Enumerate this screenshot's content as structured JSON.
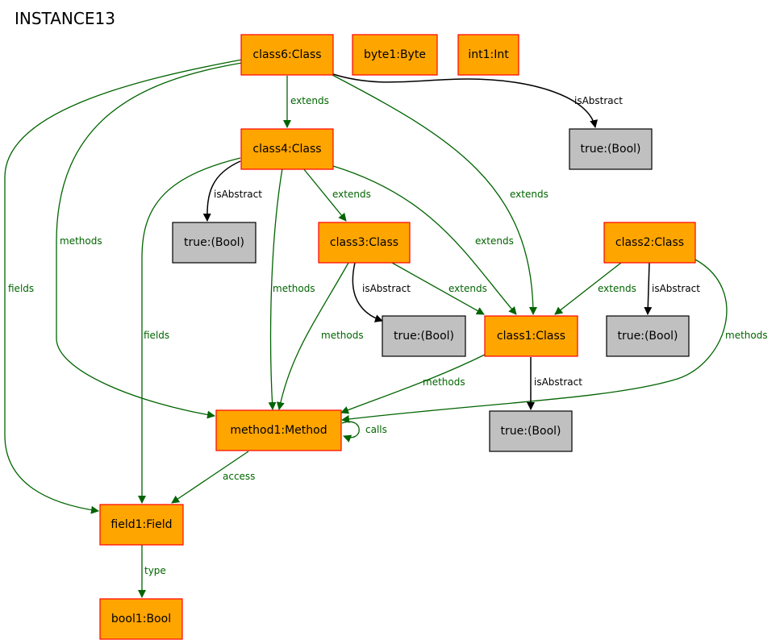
{
  "title": "INSTANCE13",
  "colors": {
    "object_fill": "#FFA500",
    "object_border": "#FF0000",
    "value_fill": "#C0C0C0",
    "value_border": "#000000",
    "relation_edge": "#006400",
    "attribute_edge": "#000000"
  },
  "nodes": [
    {
      "id": "class6",
      "label": "class6:Class",
      "kind": "object"
    },
    {
      "id": "byte1",
      "label": "byte1:Byte",
      "kind": "object"
    },
    {
      "id": "int1",
      "label": "int1:Int",
      "kind": "object"
    },
    {
      "id": "class4",
      "label": "class4:Class",
      "kind": "object"
    },
    {
      "id": "true_c6",
      "label": "true:(Bool)",
      "kind": "value"
    },
    {
      "id": "true_c4",
      "label": "true:(Bool)",
      "kind": "value"
    },
    {
      "id": "class3",
      "label": "class3:Class",
      "kind": "object"
    },
    {
      "id": "class2",
      "label": "class2:Class",
      "kind": "object"
    },
    {
      "id": "true_c3",
      "label": "true:(Bool)",
      "kind": "value"
    },
    {
      "id": "class1",
      "label": "class1:Class",
      "kind": "object"
    },
    {
      "id": "true_c2",
      "label": "true:(Bool)",
      "kind": "value"
    },
    {
      "id": "method1",
      "label": "method1:Method",
      "kind": "object"
    },
    {
      "id": "true_c1",
      "label": "true:(Bool)",
      "kind": "value"
    },
    {
      "id": "field1",
      "label": "field1:Field",
      "kind": "object"
    },
    {
      "id": "bool1",
      "label": "bool1:Bool",
      "kind": "object"
    }
  ],
  "edges": [
    {
      "id": "c6-c4-extends",
      "from": "class6",
      "to": "class4",
      "label": "extends",
      "kind": "relation"
    },
    {
      "id": "c6-true-isabstract",
      "from": "class6",
      "to": "true_c6",
      "label": "isAbstract",
      "kind": "attribute"
    },
    {
      "id": "c6-c1-extends",
      "from": "class6",
      "to": "class1",
      "label": "extends",
      "kind": "relation"
    },
    {
      "id": "c6-m1-methods",
      "from": "class6",
      "to": "method1",
      "label": "methods",
      "kind": "relation"
    },
    {
      "id": "c6-f1-fields",
      "from": "class6",
      "to": "field1",
      "label": "fields",
      "kind": "relation"
    },
    {
      "id": "c4-true-isabstract",
      "from": "class4",
      "to": "true_c4",
      "label": "isAbstract",
      "kind": "attribute"
    },
    {
      "id": "c4-c3-extends",
      "from": "class4",
      "to": "class3",
      "label": "extends",
      "kind": "relation"
    },
    {
      "id": "c4-c1-extends",
      "from": "class4",
      "to": "class1",
      "label": "extends",
      "kind": "relation"
    },
    {
      "id": "c4-m1-methods",
      "from": "class4",
      "to": "method1",
      "label": "methods",
      "kind": "relation"
    },
    {
      "id": "c4-f1-fields",
      "from": "class4",
      "to": "field1",
      "label": "fields",
      "kind": "relation"
    },
    {
      "id": "c3-true-isabstract",
      "from": "class3",
      "to": "true_c3",
      "label": "isAbstract",
      "kind": "attribute"
    },
    {
      "id": "c3-c1-extends",
      "from": "class3",
      "to": "class1",
      "label": "extends",
      "kind": "relation"
    },
    {
      "id": "c3-m1-methods",
      "from": "class3",
      "to": "method1",
      "label": "methods",
      "kind": "relation"
    },
    {
      "id": "c2-c1-extends",
      "from": "class2",
      "to": "class1",
      "label": "extends",
      "kind": "relation"
    },
    {
      "id": "c2-true-isabstract",
      "from": "class2",
      "to": "true_c2",
      "label": "isAbstract",
      "kind": "attribute"
    },
    {
      "id": "c2-m1-methods",
      "from": "class2",
      "to": "method1",
      "label": "methods",
      "kind": "relation"
    },
    {
      "id": "c1-m1-methods",
      "from": "class1",
      "to": "method1",
      "label": "methods",
      "kind": "relation"
    },
    {
      "id": "c1-true-isabstract",
      "from": "class1",
      "to": "true_c1",
      "label": "isAbstract",
      "kind": "attribute"
    },
    {
      "id": "m1-m1-calls",
      "from": "method1",
      "to": "method1",
      "label": "calls",
      "kind": "relation"
    },
    {
      "id": "m1-f1-access",
      "from": "method1",
      "to": "field1",
      "label": "access",
      "kind": "relation"
    },
    {
      "id": "f1-b1-type",
      "from": "field1",
      "to": "bool1",
      "label": "type",
      "kind": "relation"
    }
  ]
}
